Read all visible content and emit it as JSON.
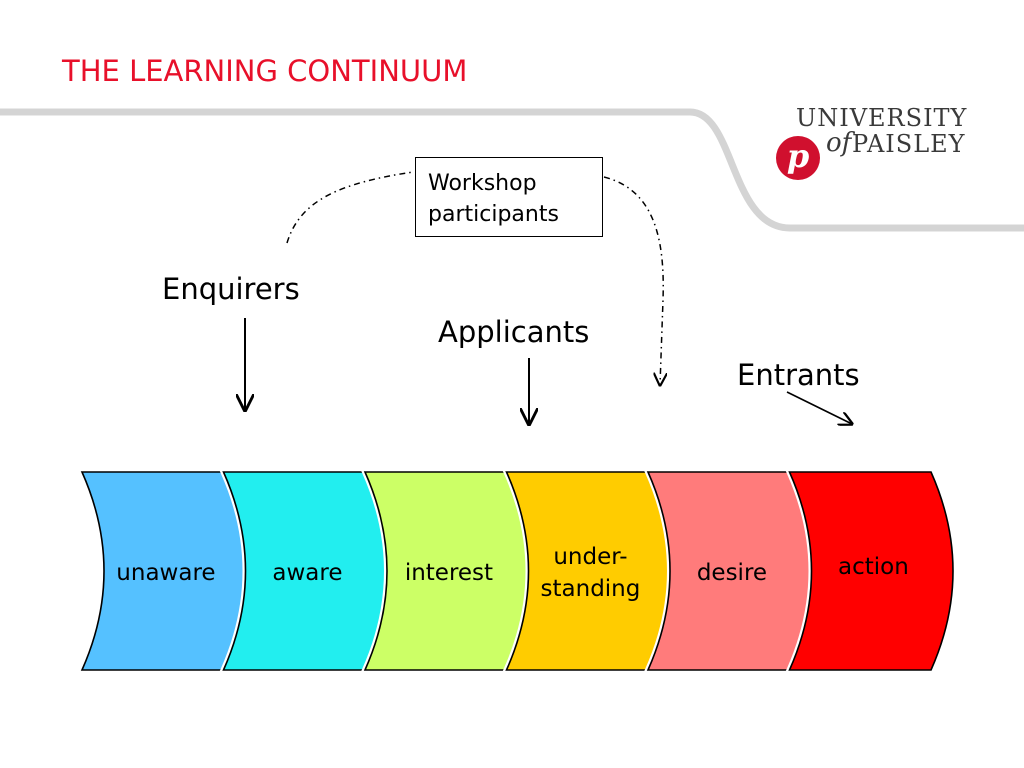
{
  "slide": {
    "title": "THE LEARNING CONTINUUM"
  },
  "logo": {
    "line1": "UNIVERSITY",
    "of": "of",
    "line2": "PAISLEY",
    "badge": "p"
  },
  "workshop": {
    "line1": "Workshop",
    "line2": "participants"
  },
  "groups": {
    "enquirers": "Enquirers",
    "applicants": "Applicants",
    "entrants": "Entrants"
  },
  "stages": [
    {
      "label": "unaware",
      "color": "#55c1ff"
    },
    {
      "label": "aware",
      "color": "#22eeef"
    },
    {
      "label": "interest",
      "color": "#ccff66"
    },
    {
      "label": "under-\nstanding",
      "color": "#ffcc00"
    },
    {
      "label": "desire",
      "color": "#ff7b7b"
    },
    {
      "label": "action",
      "color": "#ff0000"
    }
  ],
  "colors": {
    "title": "#e8102a",
    "swoosh": "#d4d4d4",
    "badge": "#d0102e"
  }
}
